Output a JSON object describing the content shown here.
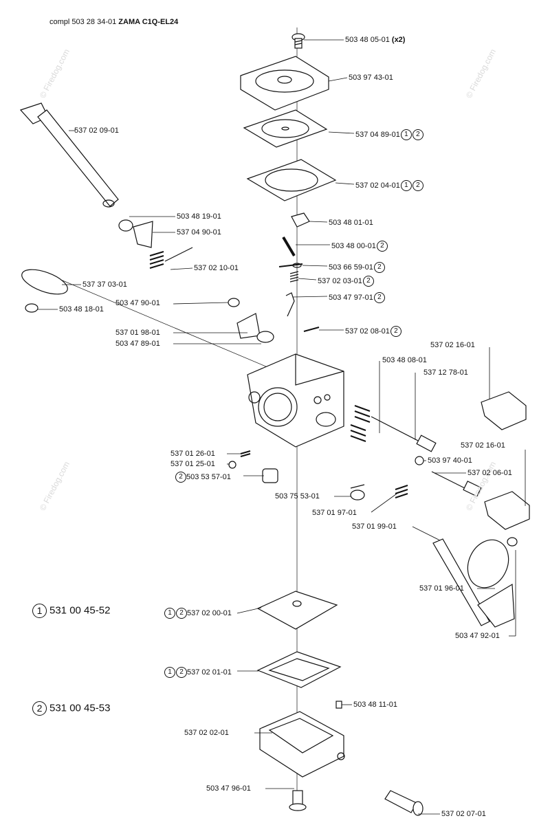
{
  "title": {
    "assembly": "compl 503 28 34-01",
    "model": "ZAMA C1Q-EL24"
  },
  "watermark": "© Firedog.com",
  "kits": [
    {
      "mark": "1",
      "number": "531 00 45-52"
    },
    {
      "mark": "2",
      "number": "531 00 45-53"
    }
  ],
  "parts": [
    {
      "num": "503 48 05-01",
      "suffix": "(x2)"
    },
    {
      "num": "503 97 43-01"
    },
    {
      "num": "537 04 89-01",
      "marks": [
        "1",
        "2"
      ]
    },
    {
      "num": "537 02 04-01",
      "marks": [
        "1",
        "2"
      ]
    },
    {
      "num": "503 48 01-01"
    },
    {
      "num": "503 48 00-01",
      "marks": [
        "2"
      ]
    },
    {
      "num": "503 66 59-01",
      "marks": [
        "2"
      ]
    },
    {
      "num": "537 02 03-01",
      "marks": [
        "2"
      ]
    },
    {
      "num": "503 47 97-01",
      "marks": [
        "2"
      ]
    },
    {
      "num": "537 02 08-01",
      "marks": [
        "2"
      ]
    },
    {
      "num": "537 02 09-01"
    },
    {
      "num": "503 48 19-01"
    },
    {
      "num": "537 04 90-01"
    },
    {
      "num": "537 02 10-01"
    },
    {
      "num": "537 37 03-01"
    },
    {
      "num": "503 48 18-01"
    },
    {
      "num": "503 47 90-01"
    },
    {
      "num": "537 01 98-01"
    },
    {
      "num": "503 47 89-01"
    },
    {
      "num": "503 48 08-01"
    },
    {
      "num": "537 12 78-01"
    },
    {
      "num": "537 02 16-01"
    },
    {
      "num": "537 02 16-01"
    },
    {
      "num": "537 01 26-01"
    },
    {
      "num": "537 01 25-01"
    },
    {
      "num": "503 53 57-01",
      "pre": "2"
    },
    {
      "num": "503 97 40-01"
    },
    {
      "num": "537 02 06-01"
    },
    {
      "num": "503 75 53-01"
    },
    {
      "num": "537 01 97-01"
    },
    {
      "num": "537 01 99-01"
    },
    {
      "num": "537 01 96-01"
    },
    {
      "num": "503 47 92-01"
    },
    {
      "num": "537 02 00-01",
      "pre": "12"
    },
    {
      "num": "537 02 01-01",
      "pre": "12"
    },
    {
      "num": "503 48 11-01"
    },
    {
      "num": "537 02 02-01"
    },
    {
      "num": "503 47 96-01"
    },
    {
      "num": "537 02 07-01"
    }
  ]
}
